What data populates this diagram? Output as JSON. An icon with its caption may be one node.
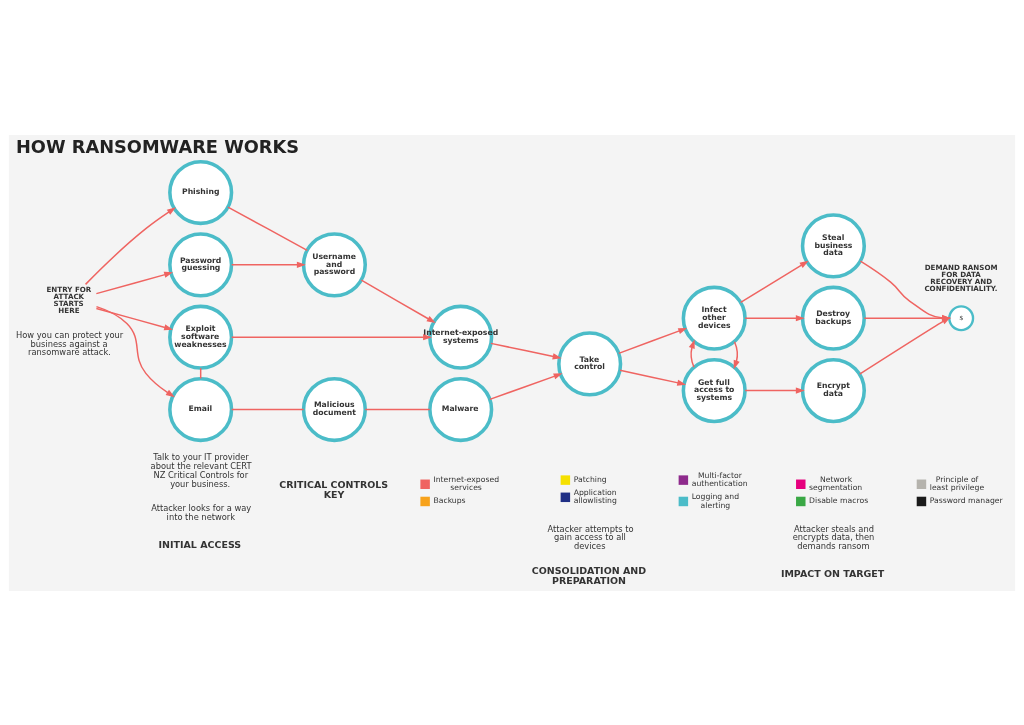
{
  "diagram": {
    "title": "HOW RANSOMWARE WORKS",
    "nodes": [
      {
        "text": [
          "ENTRY FOR ATTACK STARTS HERE"
        ]
      },
      {
        "text": [
          "Phishing"
        ]
      },
      {
        "text": [
          "Username and password"
        ]
      },
      {
        "text": [
          "Password guessing"
        ]
      },
      {
        "text": [
          "Internet-exposed systems"
        ]
      },
      {
        "text": [
          "Exploit software weaknesses"
        ]
      },
      {
        "text": [
          "Email"
        ]
      },
      {
        "text": [
          "Malicious document"
        ]
      },
      {
        "text": [
          "Malware"
        ]
      },
      {
        "text": [
          "Take control"
        ]
      },
      {
        "text": [
          "Infect other devices"
        ]
      },
      {
        "text": [
          "Get full access to systems"
        ]
      },
      {
        "text": [
          "Steal business data"
        ]
      },
      {
        "text": [
          "Destroy backups"
        ]
      },
      {
        "text": [
          "Encrypt data"
        ]
      },
      {
        "text": [
          "$"
        ],
        "beside": [
          "DEMAND RANSOM FOR DATA RECOVERY AND CONFIDENTIALITY."
        ]
      }
    ],
    "edges": [
      {
        "from": 0,
        "to": 1,
        "arrow": "to"
      },
      {
        "from": 0,
        "to": 3,
        "arrow": "to"
      },
      {
        "from": 0,
        "to": 5,
        "arrow": "to"
      },
      {
        "from": 0,
        "to": 6,
        "arrow": "to"
      },
      {
        "from": 1,
        "to": 2,
        "arrow": "none"
      },
      {
        "from": 3,
        "to": 2,
        "arrow": "to"
      },
      {
        "from": 2,
        "to": 4,
        "arrow": "to"
      },
      {
        "from": 5,
        "to": 4,
        "arrow": "to"
      },
      {
        "from": 5,
        "to": 6,
        "arrow": "none"
      },
      {
        "from": 6,
        "to": 7,
        "arrow": "none"
      },
      {
        "from": 7,
        "to": 8,
        "arrow": "none"
      },
      {
        "from": 4,
        "to": 9,
        "arrow": "to"
      },
      {
        "from": 8,
        "to": 9,
        "arrow": "to"
      },
      {
        "from": 9,
        "to": 10,
        "arrow": "to"
      },
      {
        "from": 9,
        "to": 11,
        "arrow": "to"
      },
      {
        "from": 10,
        "to": 11,
        "arrow": "to"
      },
      {
        "from": 11,
        "to": 10,
        "arrow": "to"
      },
      {
        "from": 10,
        "to": 12,
        "arrow": "to"
      },
      {
        "from": 10,
        "to": 13,
        "arrow": "to"
      },
      {
        "from": 11,
        "to": 14,
        "arrow": "to"
      },
      {
        "from": 12,
        "to": 15,
        "arrow": "to"
      },
      {
        "from": 13,
        "to": 15,
        "arrow": "to"
      },
      {
        "from": 14,
        "to": 15,
        "arrow": "to"
      }
    ],
    "labels": [
      "How you can protect your business against a ransomware attack.",
      "INITIAL ACCESS",
      "Attacker looks for a way into the network",
      "CONSOLIDATION AND PREPARATION",
      "Attacker attempts to gain access to all devices",
      "IMPACT ON TARGET",
      "Attacker steals and encrypts data, then demands ransom",
      "Talk to your IT provider about the relevant CERT NZ Critical Controls for your business.",
      "CRITICAL CONTROLS KEY"
    ],
    "legend": [
      {
        "text": "Internet-exposed services",
        "color": "#ef6461"
      },
      {
        "text": "Patching",
        "color": "#f5e000"
      },
      {
        "text": "Multi-factor authentication",
        "color": "#8e2a8c"
      },
      {
        "text": "Network segmentation",
        "color": "#e6007e"
      },
      {
        "text": "Principle of least privilege",
        "color": "#b5b3ad"
      },
      {
        "text": "Backups",
        "color": "#f7a21b"
      },
      {
        "text": "Application allowlisting",
        "color": "#1f2f85"
      },
      {
        "text": "Logging and alerting",
        "color": "#4bbcc8"
      },
      {
        "text": "Disable macros",
        "color": "#3aa845"
      },
      {
        "text": "Password manager",
        "color": "#1a1a1a"
      }
    ]
  }
}
